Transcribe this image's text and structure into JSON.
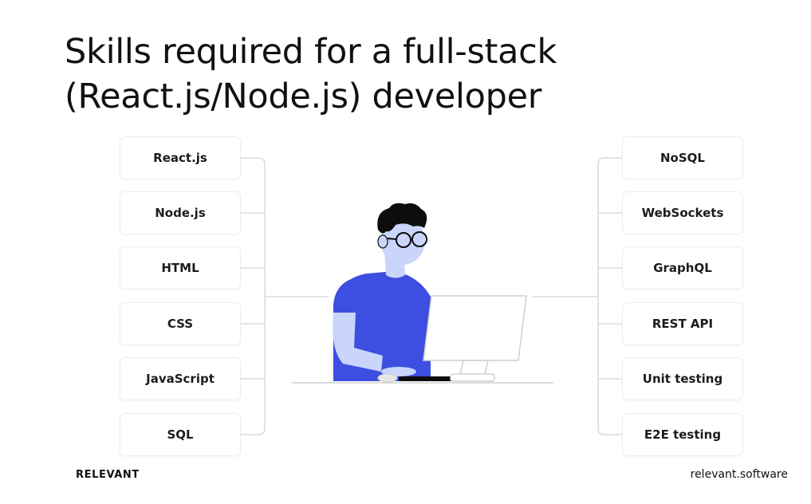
{
  "title": {
    "line1": "Skills required for a full-stack",
    "line2": "(React.js/Node.js) developer"
  },
  "skills_left": [
    "React.js",
    "Node.js",
    "HTML",
    "CSS",
    "JavaScript",
    "SQL"
  ],
  "skills_right": [
    "NoSQL",
    "WebSockets",
    "GraphQL",
    "REST API",
    "Unit testing",
    "E2E testing"
  ],
  "illustration": {
    "subject": "developer-at-computer-illustration"
  },
  "footer": {
    "brand": "RELEVANT",
    "site": "relevant.software"
  },
  "colors": {
    "shirt": "#3d4fe0",
    "skin": "#c9d5fb",
    "hair": "#0d0d0d",
    "line": "#d4d4d4",
    "card_border": "#ededed"
  }
}
